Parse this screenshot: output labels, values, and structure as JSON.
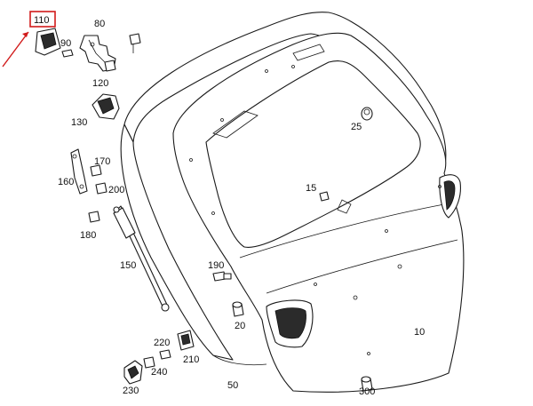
{
  "diagram": {
    "highlight_color": "#d11a1a",
    "line_color": "#1a1a1a",
    "labels": {
      "p10": "10",
      "p15": "15",
      "p20": "20",
      "p25": "25",
      "p50": "50",
      "p80": "80",
      "p90": "90",
      "p110": "110",
      "p120": "120",
      "p130": "130",
      "p150": "150",
      "p160": "160",
      "p170": "170",
      "p180": "180",
      "p190": "190",
      "p200": "200",
      "p210": "210",
      "p220": "220",
      "p230": "230",
      "p240": "240",
      "p300": "300"
    },
    "highlighted_part": "110"
  }
}
